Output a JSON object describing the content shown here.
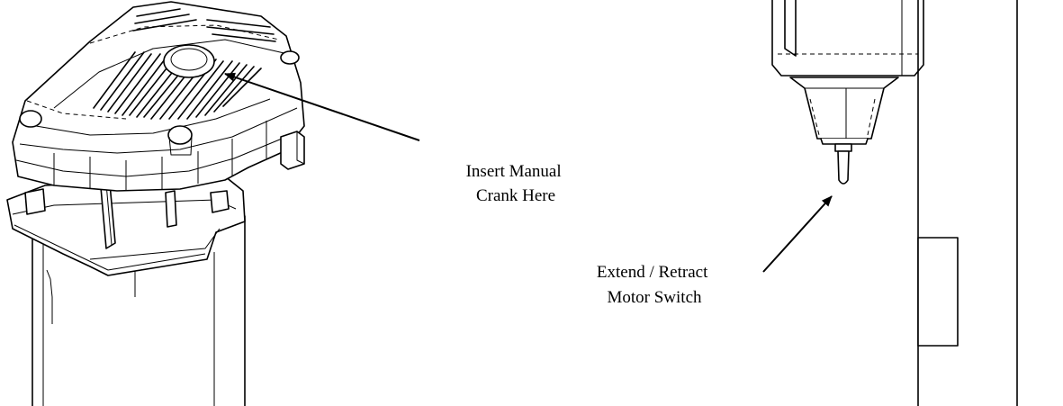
{
  "callouts": {
    "crank": {
      "line1": "Insert Manual",
      "line2": "Crank Here"
    },
    "switch": {
      "line1": "Extend / Retract",
      "line2": "Motor Switch"
    }
  }
}
